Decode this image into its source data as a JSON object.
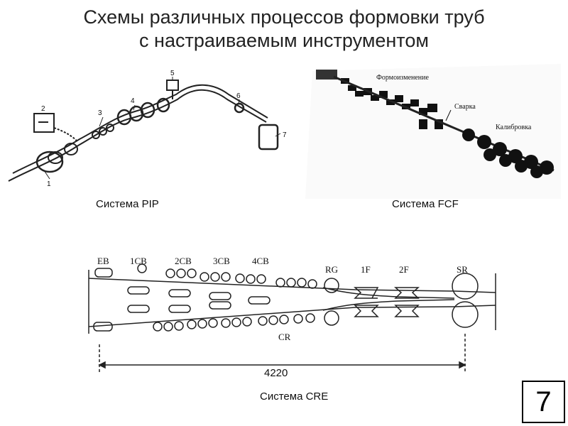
{
  "title": {
    "line1": "Схемы различных процессов формовки труб",
    "line2": "с настраиваемым инструментом"
  },
  "pip": {
    "caption": "Система PIP",
    "callouts": [
      "1",
      "2",
      "3",
      "4",
      "5",
      "6",
      "7"
    ]
  },
  "fcf": {
    "caption": "Система FCF",
    "labels": {
      "forming": "Формоизменение",
      "welding": "Сварка",
      "sizing": "Калибровка"
    }
  },
  "cre": {
    "caption": "Система CRE",
    "stand_labels": {
      "eb": "EB",
      "cb1": "1CB",
      "cb2": "2CB",
      "cb3": "3CB",
      "cb4": "4CB",
      "rg": "RG",
      "f1": "1F",
      "f2": "2F",
      "sr": "SR",
      "cr": "CR"
    },
    "dimension": "4220"
  },
  "page_number": "7"
}
